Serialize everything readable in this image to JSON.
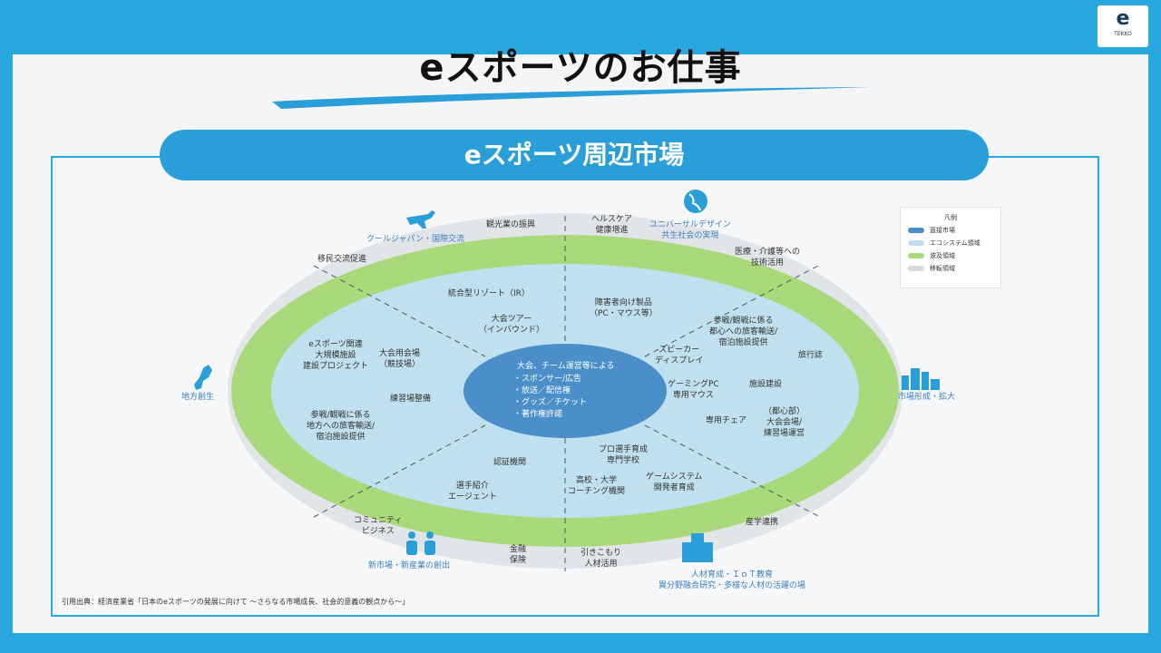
{
  "slide_title": "eスポーツのお仕事",
  "banner_title": "eスポーツ周辺市場",
  "logo": {
    "mark": "e",
    "name": "TEKKO"
  },
  "citation": "引用出典：経済産業省「日本のeスポーツの発展に向けて ～さらなる市場成長、社会的意義の観点から～」",
  "center": {
    "heading": "大会、チーム運営等による",
    "items": [
      "・スポンサー/広告",
      "・放送／配信権",
      "・グッズ／チケット",
      "・著作権許諾"
    ]
  },
  "inner_labels": {
    "ir": "統合型リゾート（IR）",
    "tour": "大会ツアー\n（インバウンド）",
    "jigyo": "eスポーツ関連\n大規模施設\n建設プロジェクト",
    "venue": "大会用会場\n（競技場）",
    "practice": "練習場整備",
    "travel_local": "参戦/観戦に係る\n地方への旅客輸送/\n宿泊施設提供",
    "cert": "認証機関",
    "agent": "選手紹介\nエージェント",
    "pro_school": "プロ選手育成\n専門学校",
    "coaching": "高校・大学\nコーチング機関",
    "game_dev": "ゲームシステム\n開発者育成",
    "disabled_products": "障害者向け製品\n（PC・マウス等）",
    "travel_city": "参戦/観戦に係る\n都心への旅客輸送/\n宿泊施設提供",
    "speaker": "スピーカー\nディスプレイ",
    "gaming_pc": "ゲーミングPC\n専用マウス",
    "facility": "施設建設",
    "chair": "専用チェア",
    "city_venue": "（都心部）\n大会会場/\n練習場運営",
    "travel": "旅行誌"
  },
  "outer_labels": {
    "kanko": "観光業の振興",
    "kouryu": "移民交流促進",
    "health": "ヘルスケア\n健康増進",
    "medical": "医療・介護等への\n技術活用",
    "community": "コミュニティ\nビジネス",
    "finance": "金融\n保険",
    "hikikomori": "引きこもり\n人材活用",
    "sangaku": "産学連携"
  },
  "edge_labels": {
    "cool_japan": "クールジャパン・国際交流",
    "universal": "ユニバーサルデザイン\n共生社会の実現",
    "chiho": "地方創生",
    "toshi": "市場形成・拡大",
    "new_market": "新市場・新産業の創出",
    "jinzai": "人材育成・ＩｏＴ教育\n異分野融合研究・多様な人材の活躍の場"
  },
  "legend": {
    "title": "凡例",
    "items": [
      {
        "label": "直接市場",
        "color": "#4a8fca"
      },
      {
        "label": "エコシステム領域",
        "color": "#bfe0ee"
      },
      {
        "label": "波及領域",
        "color": "#a8d97a"
      },
      {
        "label": "移転領域",
        "color": "#d8dcdf"
      }
    ]
  },
  "colors": {
    "brand": "#29a8df",
    "banner": "#2a9ed8",
    "center": "#4a8fca",
    "eco": "#bfe0ee",
    "ripple": "#a8d97a",
    "transfer": "#e2e5e8"
  }
}
